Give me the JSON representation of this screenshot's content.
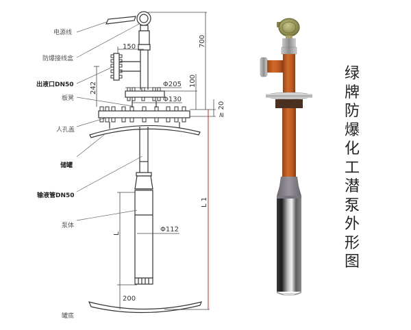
{
  "drawing": {
    "labels": {
      "power_cable": "电源线",
      "explosion_proof_junction_box": "防爆接线盒",
      "outlet": "出液口DN50",
      "plate": "板凳",
      "manhole_cover": "人孔盖",
      "tank": "储罐",
      "delivery_pipe": "输液管DN50",
      "pump_body": "泵体",
      "tank_bottom": "罐底"
    },
    "dimensions": {
      "d_150": "150",
      "d_700": "700",
      "d_242": "242",
      "d_100": "100",
      "phi_205": "Φ205",
      "phi_130": "Φ130",
      "d_20": "≥ 20",
      "L1": "L 1",
      "L": "L",
      "phi_112": "Φ112",
      "d_200": "200"
    }
  },
  "title": {
    "chars": [
      "绿",
      "牌",
      "防",
      "爆",
      "化",
      "工",
      "潜",
      "泵",
      "外",
      "形",
      "图"
    ]
  },
  "colors": {
    "line": "#333333",
    "leader": "#666666",
    "red_dim": "#e02020",
    "pipe_orange": "#b8541e",
    "steel": "#9a9a9a"
  }
}
